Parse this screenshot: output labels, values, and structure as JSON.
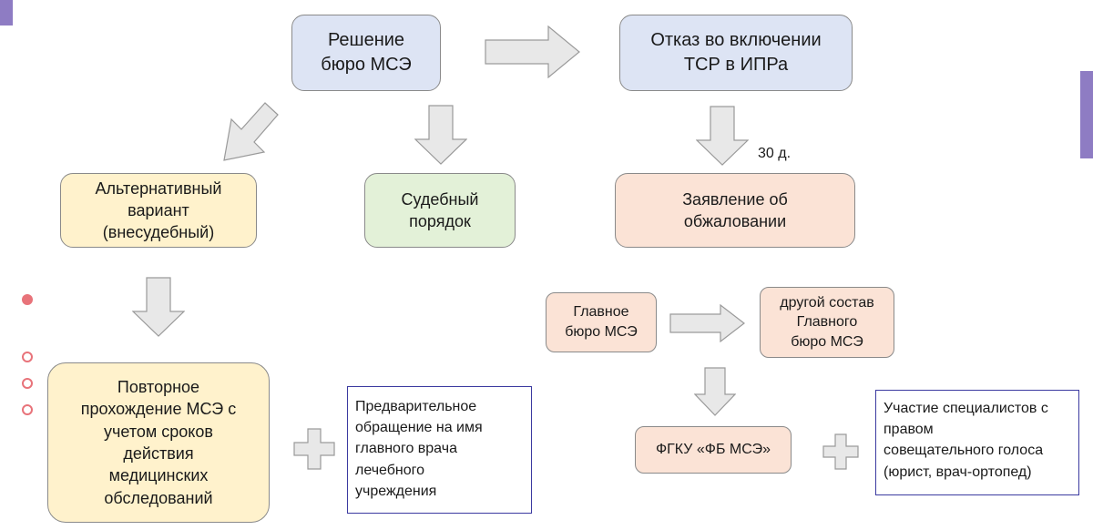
{
  "boxes": {
    "decision": "Решение\nбюро МСЭ",
    "refusal": "Отказ во включении\nТСР в ИПРа",
    "alternative": "Альтернативный\nвариант\n(внесудебный)",
    "court": "Судебный\nпорядок",
    "appeal": "Заявление об\nобжаловании",
    "repeat": "Повторное\nпрохождение МСЭ с\nучетом сроков\nдействия\nмедицинских\nобследований",
    "main_bureau": "Главное\nбюро МСЭ",
    "other_staff": "другой состав\nГлавного\nбюро МСЭ",
    "fgku": "ФГКУ «ФБ МСЭ»"
  },
  "notes": {
    "preliminary": "Предварительное\nобращение на имя\nглавного врача\nлечебного\nучреждения",
    "specialists": "Участие специалистов с\nправом\nсовещательного голоса\n(юрист, врач-ортопед)"
  },
  "labels": {
    "deadline": "30 д."
  },
  "colors": {
    "blue_fill": "#dde4f4",
    "yellow_fill": "#fff2cc",
    "green_fill": "#e3f1d8",
    "peach_fill": "#fbe3d6",
    "arrow_fill": "#e8e8e8",
    "note_border": "#3b3aa0",
    "bullet": "#e8737a",
    "accent_bar": "#8e7cc3"
  }
}
